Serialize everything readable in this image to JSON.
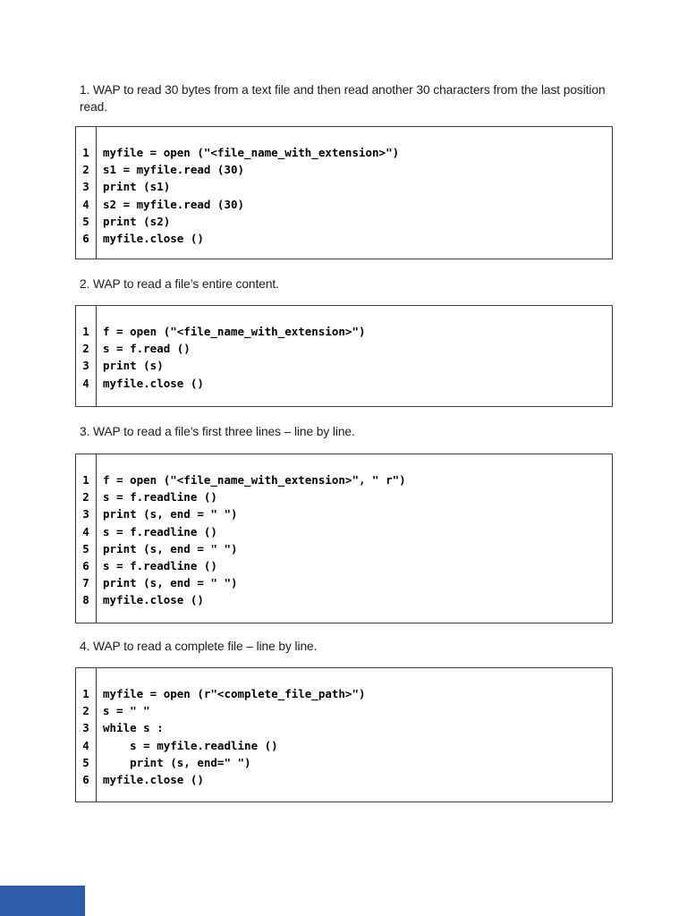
{
  "colors": {
    "footer_banner": "#2d5ca8",
    "code_border": "#3e3e3e",
    "text": "#1c1c1c"
  },
  "sections": [
    {
      "heading": "1. WAP to read 30 bytes from a text file and then read another 30 characters from the last position read.",
      "lines": [
        "myfile = open (\"<file_name_with_extension>\")",
        "s1 = myfile.read (30)",
        "print (s1)",
        "s2 = myfile.read (30)",
        "print (s2)",
        "myfile.close ()"
      ]
    },
    {
      "heading": "2. WAP to read a file’s entire content.",
      "lines": [
        "f = open (\"<file_name_with_extension>\")",
        "s = f.read ()",
        "print (s)",
        "myfile.close ()"
      ]
    },
    {
      "heading": "3. WAP to read a file’s first three lines – line by line.",
      "lines": [
        "f = open (\"<file_name_with_extension>\", \" r\")",
        "s = f.readline ()",
        "print (s, end = \" \")",
        "s = f.readline ()",
        "print (s, end = \" \")",
        "s = f.readline ()",
        "print (s, end = \" \")",
        "myfile.close ()"
      ]
    },
    {
      "heading": "4. WAP to read a complete file – line by line.",
      "lines": [
        "myfile = open (r\"<complete_file_path>\")",
        "s = \" \"",
        "while s :",
        "    s = myfile.readline ()",
        "    print (s, end=\" \")",
        "myfile.close ()"
      ]
    }
  ]
}
